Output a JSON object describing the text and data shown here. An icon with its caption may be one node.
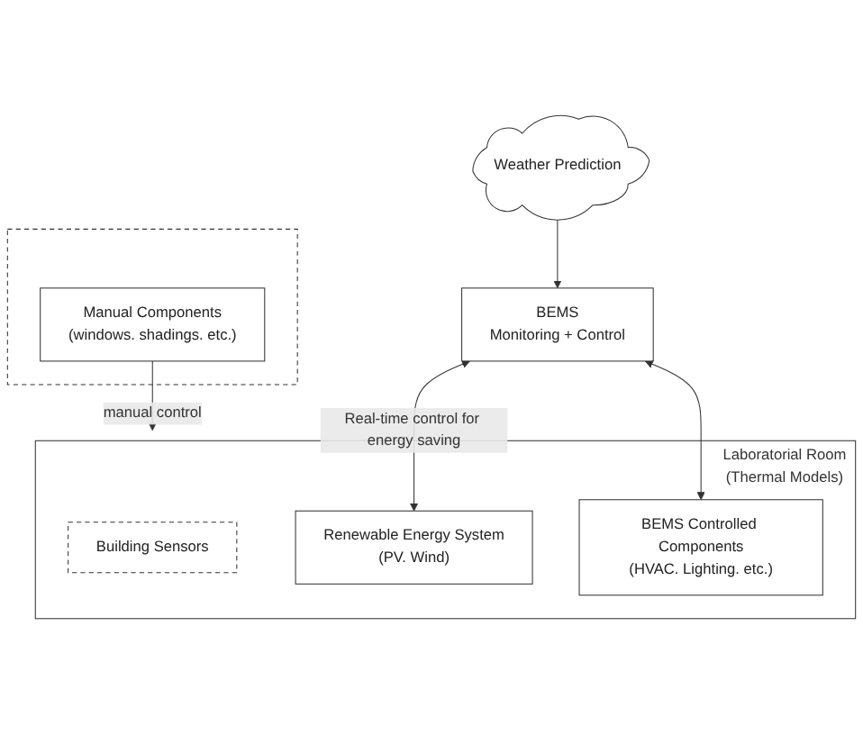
{
  "diagram": {
    "nodes": [
      {
        "text": [
          "Weather Prediction"
        ]
      },
      {
        "text": [
          "BEMS",
          "Monitoring + Control"
        ]
      },
      {
        "text": [
          "Laboratorial Room",
          "(Thermal Models)"
        ]
      },
      {
        "text": [
          "Building Sensors"
        ],
        "in": 2
      },
      {
        "text": [
          "Renewable Energy System",
          "(PV. Wind)"
        ],
        "in": 2
      },
      {
        "text": [
          "BEMS Controlled Components",
          "(HVAC. Lighting. etc.)"
        ],
        "in": 2
      },
      {
        "text": [],
        "shape": "box"
      },
      {
        "text": [
          "Manual Components",
          "(windows. shadings. etc.)"
        ],
        "in": 6
      }
    ],
    "edges": [
      {
        "from": 0,
        "to": 1,
        "arrow": "to"
      },
      {
        "from": 7,
        "to": 2,
        "arrow": "to",
        "label": "manual control"
      },
      {
        "from": 1,
        "to": 4,
        "arrow": "both",
        "label": "Real-time control for energy saving"
      },
      {
        "from": 1,
        "to": 5,
        "arrow": "both"
      }
    ]
  }
}
